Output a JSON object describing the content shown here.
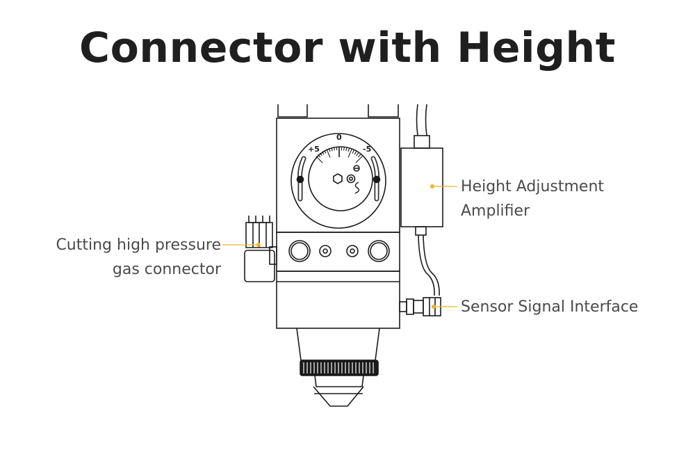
{
  "title": "Connector with Height",
  "dial": {
    "mark_plus": "+5",
    "mark_zero": "0",
    "mark_minus": "-5"
  },
  "labels": {
    "gas_connector": [
      "Cutting high pressure",
      "gas connector"
    ],
    "amplifier": [
      "Height Adjustment",
      "Amplifier"
    ],
    "sensor": "Sensor Signal Interface"
  },
  "colors": {
    "callout_dot": "#f0b323",
    "callout_line": "#f0b323",
    "outline": "#1a1a1a"
  }
}
